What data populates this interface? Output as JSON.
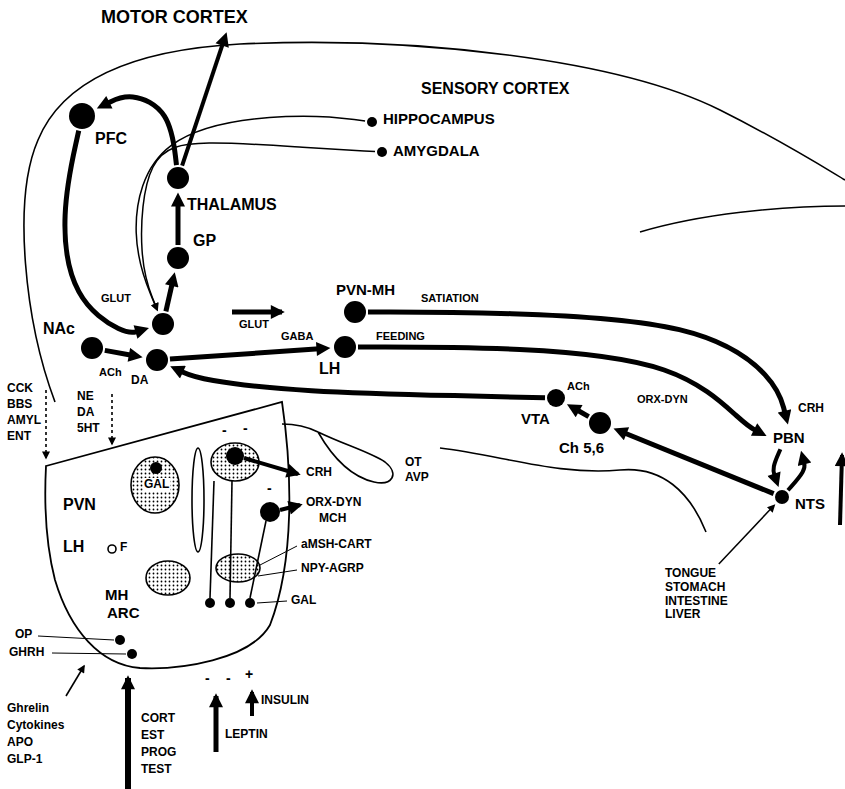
{
  "diagram": {
    "nodes": [
      {
        "text": [
          "MOTOR CORTEX"
        ]
      },
      {
        "text": [
          "PFC"
        ]
      },
      {
        "text": [
          "HIPPOCAMPUS"
        ]
      },
      {
        "text": [
          "AMYGDALA"
        ]
      },
      {
        "text": [
          "THALAMUS"
        ]
      },
      {
        "text": [
          "GP"
        ]
      },
      {
        "text": [
          "GLUT"
        ]
      },
      {
        "text": [
          "NAc"
        ]
      },
      {
        "text": [
          "DA"
        ]
      },
      {
        "text": [
          "PVN-MH"
        ]
      },
      {
        "text": [
          "LH"
        ]
      },
      {
        "text": [
          "VTA"
        ]
      },
      {
        "text": [
          "Ch 5,6"
        ]
      },
      {
        "text": [
          "PBN"
        ]
      },
      {
        "text": [
          "NTS"
        ]
      },
      {
        "text": [
          "TONGUE STOMACH INTESTINE LIVER"
        ]
      }
    ],
    "edges": [
      {
        "from": 1,
        "to": 6,
        "arrow": "to"
      },
      {
        "from": 2,
        "to": 6,
        "arrow": "to"
      },
      {
        "from": 3,
        "to": 6,
        "arrow": "to"
      },
      {
        "from": 6,
        "to": 5,
        "arrow": "to"
      },
      {
        "from": 5,
        "to": 4,
        "arrow": "to"
      },
      {
        "from": 4,
        "to": 1,
        "arrow": "to"
      },
      {
        "from": 4,
        "to": 0,
        "arrow": "to"
      },
      {
        "from": 7,
        "to": 8,
        "label": "ACh",
        "arrow": "to"
      },
      {
        "from": 8,
        "to": 10,
        "label": "GABA",
        "arrow": "to"
      },
      {
        "from": 9,
        "to": 13,
        "label": "SATIATION",
        "arrow": "to"
      },
      {
        "from": 10,
        "to": 13,
        "label": "FEEDING",
        "arrow": "to"
      },
      {
        "from": 11,
        "to": 8,
        "arrow": "to"
      },
      {
        "from": 12,
        "to": 11,
        "label": "ACh",
        "arrow": "to"
      },
      {
        "from": 14,
        "to": 12,
        "arrow": "to"
      },
      {
        "from": 13,
        "to": 14,
        "arrow": "to"
      },
      {
        "from": 14,
        "to": 13,
        "arrow": "to"
      },
      {
        "from": 15,
        "to": 14,
        "arrow": "to"
      }
    ],
    "labels": [
      "SENSORY CORTEX",
      "GLUT",
      "ORX-DYN",
      "CRH",
      "OT",
      "AVP",
      "CCK",
      "BBS",
      "AMYL",
      "ENT",
      "NE",
      "DA",
      "5HT",
      "PVN",
      "GAL",
      "LH",
      "F",
      "MH",
      "ARC",
      "CRH",
      "ORX-DYN",
      "MCH",
      "aMSH-CART",
      "NPY-AGRP",
      "GAL",
      "-",
      "-",
      "-",
      "OP",
      "GHRH",
      "Ghrelin",
      "Cytokines",
      "APO",
      "GLP-1",
      "CORT",
      "EST",
      "PROG",
      "TEST",
      "-",
      "-",
      "+",
      "INSULIN",
      "LEPTIN"
    ]
  }
}
